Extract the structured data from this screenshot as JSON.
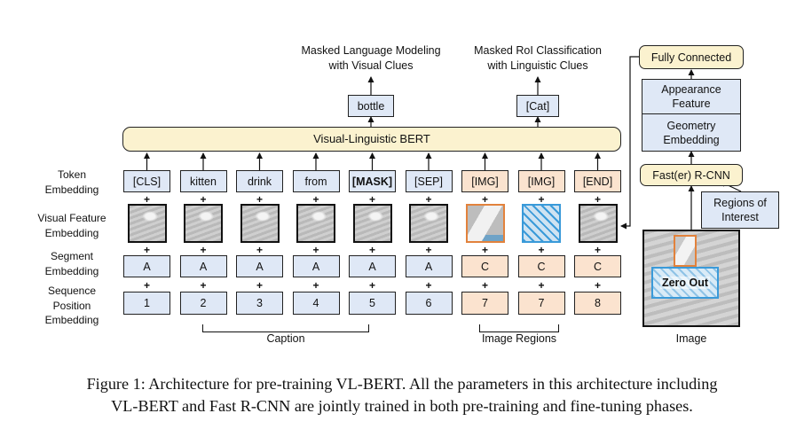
{
  "heads": {
    "mlm": [
      "Masked Language Modeling",
      "with Visual Clues"
    ],
    "mrc": [
      "Masked RoI Classification",
      "with Linguistic Clues"
    ],
    "mlm_output": "bottle",
    "mrc_output": "[Cat]"
  },
  "bert_label": "Visual-Linguistic BERT",
  "row_labels": {
    "token": [
      "Token",
      "Embedding"
    ],
    "visual": [
      "Visual Feature",
      "Embedding"
    ],
    "segment": [
      "Segment",
      "Embedding"
    ],
    "position": [
      "Sequence",
      "Position",
      "Embedding"
    ]
  },
  "tokens": [
    "[CLS]",
    "kitten",
    "drink",
    "from",
    "[MASK]",
    "[SEP]",
    "[IMG]",
    "[IMG]",
    "[END]"
  ],
  "segments": [
    "A",
    "A",
    "A",
    "A",
    "A",
    "A",
    "C",
    "C",
    "C"
  ],
  "positions": [
    "1",
    "2",
    "3",
    "4",
    "5",
    "6",
    "7",
    "7",
    "8"
  ],
  "plus_sign": "+",
  "groups": {
    "caption": "Caption",
    "image_regions": "Image Regions"
  },
  "right_panel": {
    "fully_connected": "Fully Connected",
    "appearance": [
      "Appearance",
      "Feature"
    ],
    "geometry": [
      "Geometry",
      "Embedding"
    ],
    "fast_rcnn": "Fast(er) R-CNN",
    "regions": [
      "Regions of",
      "Interest"
    ],
    "zero_out": "Zero Out",
    "image_label": "Image"
  },
  "figure_caption": [
    "Figure 1: Architecture for pre-training VL-BERT. All the parameters in this architecture including",
    "VL-BERT and Fast R-CNN are jointly trained in both pre-training and fine-tuning phases."
  ],
  "colors": {
    "text_blue": "#dfe8f6",
    "image_peach": "#fbe3cf",
    "bert_cream": "#fbf2cf",
    "roi_orange": "#e2823c",
    "zero_blue": "#3a9ad9"
  }
}
